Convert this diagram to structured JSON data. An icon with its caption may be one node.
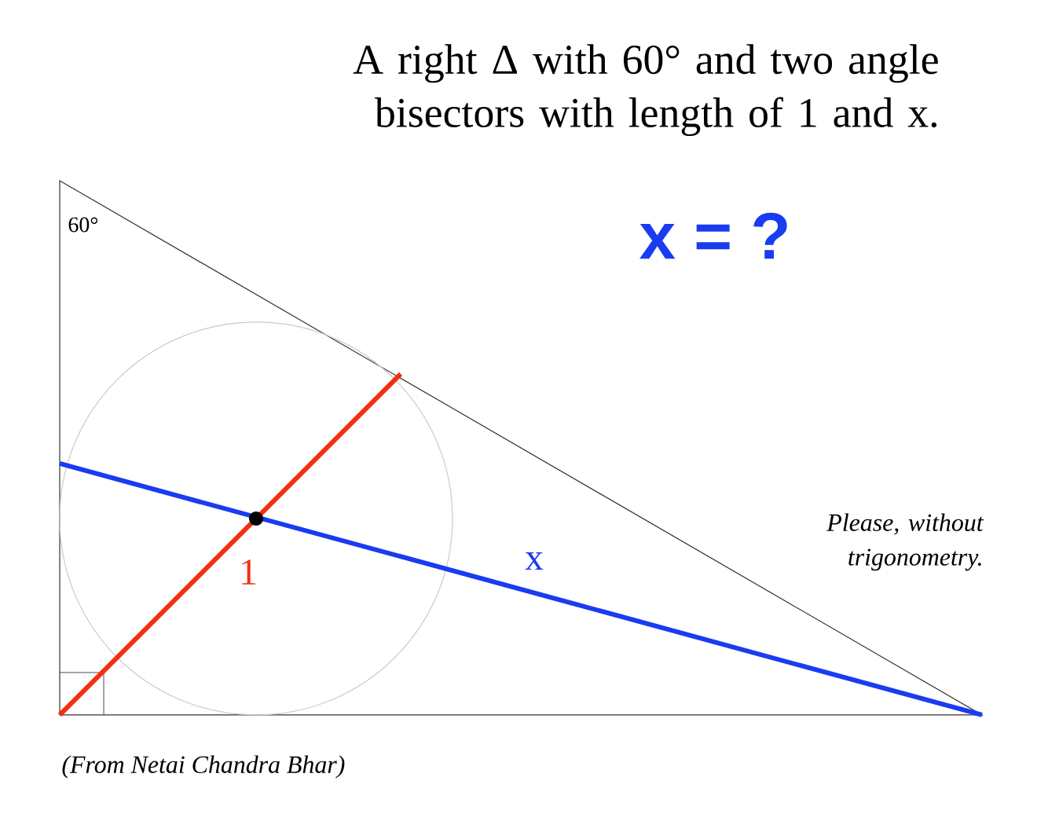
{
  "diagram": {
    "title": "A right Δ with 60° and two angle bisectors with length of 1 and x.",
    "labels": [
      "60°",
      "x = ?",
      "1",
      "x",
      "*Please, without trigonometry.*",
      "*(From Netai Chandra Bhar)*"
    ]
  }
}
